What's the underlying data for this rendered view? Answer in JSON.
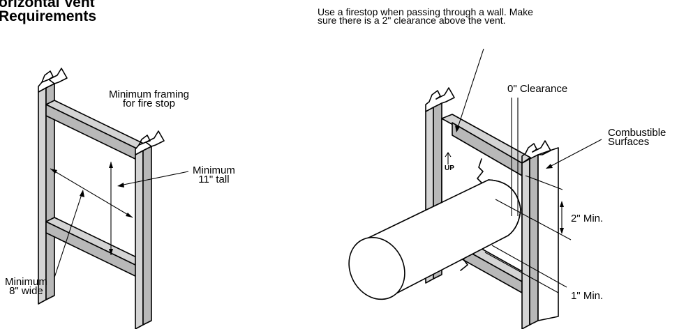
{
  "header": {
    "title_line1": "orizontal Vent",
    "title_line2": "Requirements"
  },
  "note": {
    "line1": "Use a firestop when passing through a wall.  Make",
    "line2": "sure there is a 2\" clearance above the vent."
  },
  "left_figure": {
    "framing_line1": "Minimum framing",
    "framing_line2": "for fire stop",
    "tall_line1": "Minimum",
    "tall_line2": "11\" tall",
    "wide_line1": "Minimum",
    "wide_line2": "8\" wide"
  },
  "right_figure": {
    "zero_clearance": "0\" Clearance",
    "combustible_line1": "Combustible",
    "combustible_line2": "Surfaces",
    "two_min": "2\" Min.",
    "one_min": "1\" Min.",
    "up_marker": "UP"
  }
}
